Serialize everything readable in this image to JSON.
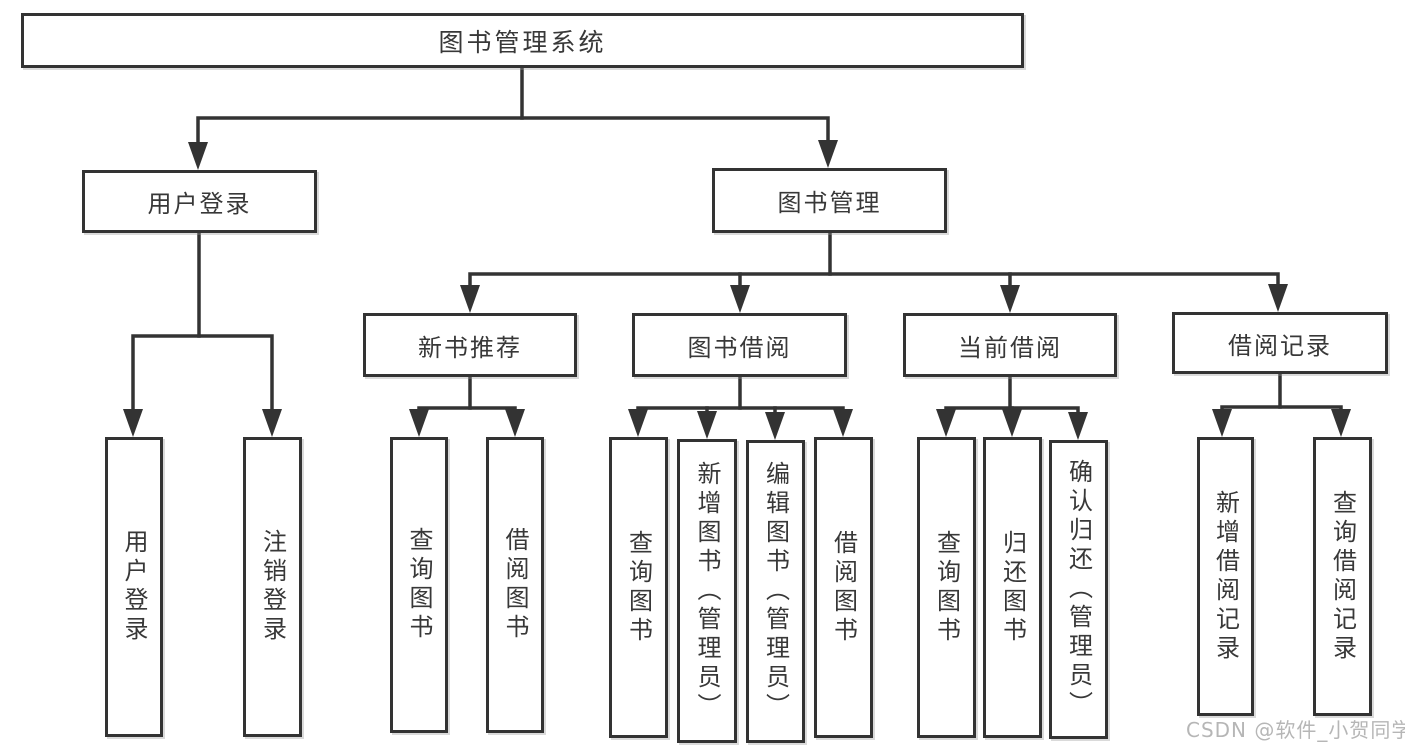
{
  "diagram": {
    "title": "图书管理系统",
    "branches": [
      {
        "label": "用户登录",
        "children": [
          {
            "label": "用户登录"
          },
          {
            "label": "注销登录"
          }
        ]
      },
      {
        "label": "图书管理",
        "children": [
          {
            "label": "新书推荐",
            "children": [
              {
                "label": "查询图书"
              },
              {
                "label": "借阅图书"
              }
            ]
          },
          {
            "label": "图书借阅",
            "children": [
              {
                "label": "查询图书"
              },
              {
                "label": "新增图书（管理员）"
              },
              {
                "label": "编辑图书（管理员）"
              },
              {
                "label": "借阅图书"
              }
            ]
          },
          {
            "label": "当前借阅",
            "children": [
              {
                "label": "查询图书"
              },
              {
                "label": "归还图书"
              },
              {
                "label": "确认归还（管理员）"
              }
            ]
          },
          {
            "label": "借阅记录",
            "children": [
              {
                "label": "新增借阅记录"
              },
              {
                "label": "查询借阅记录"
              }
            ]
          }
        ]
      }
    ]
  },
  "watermark": {
    "text": "CSDN @软件_小贺同学"
  },
  "colors": {
    "line": "#333333",
    "text": "#383838",
    "background": "#ffffff",
    "watermark": "#b3b3b3"
  }
}
